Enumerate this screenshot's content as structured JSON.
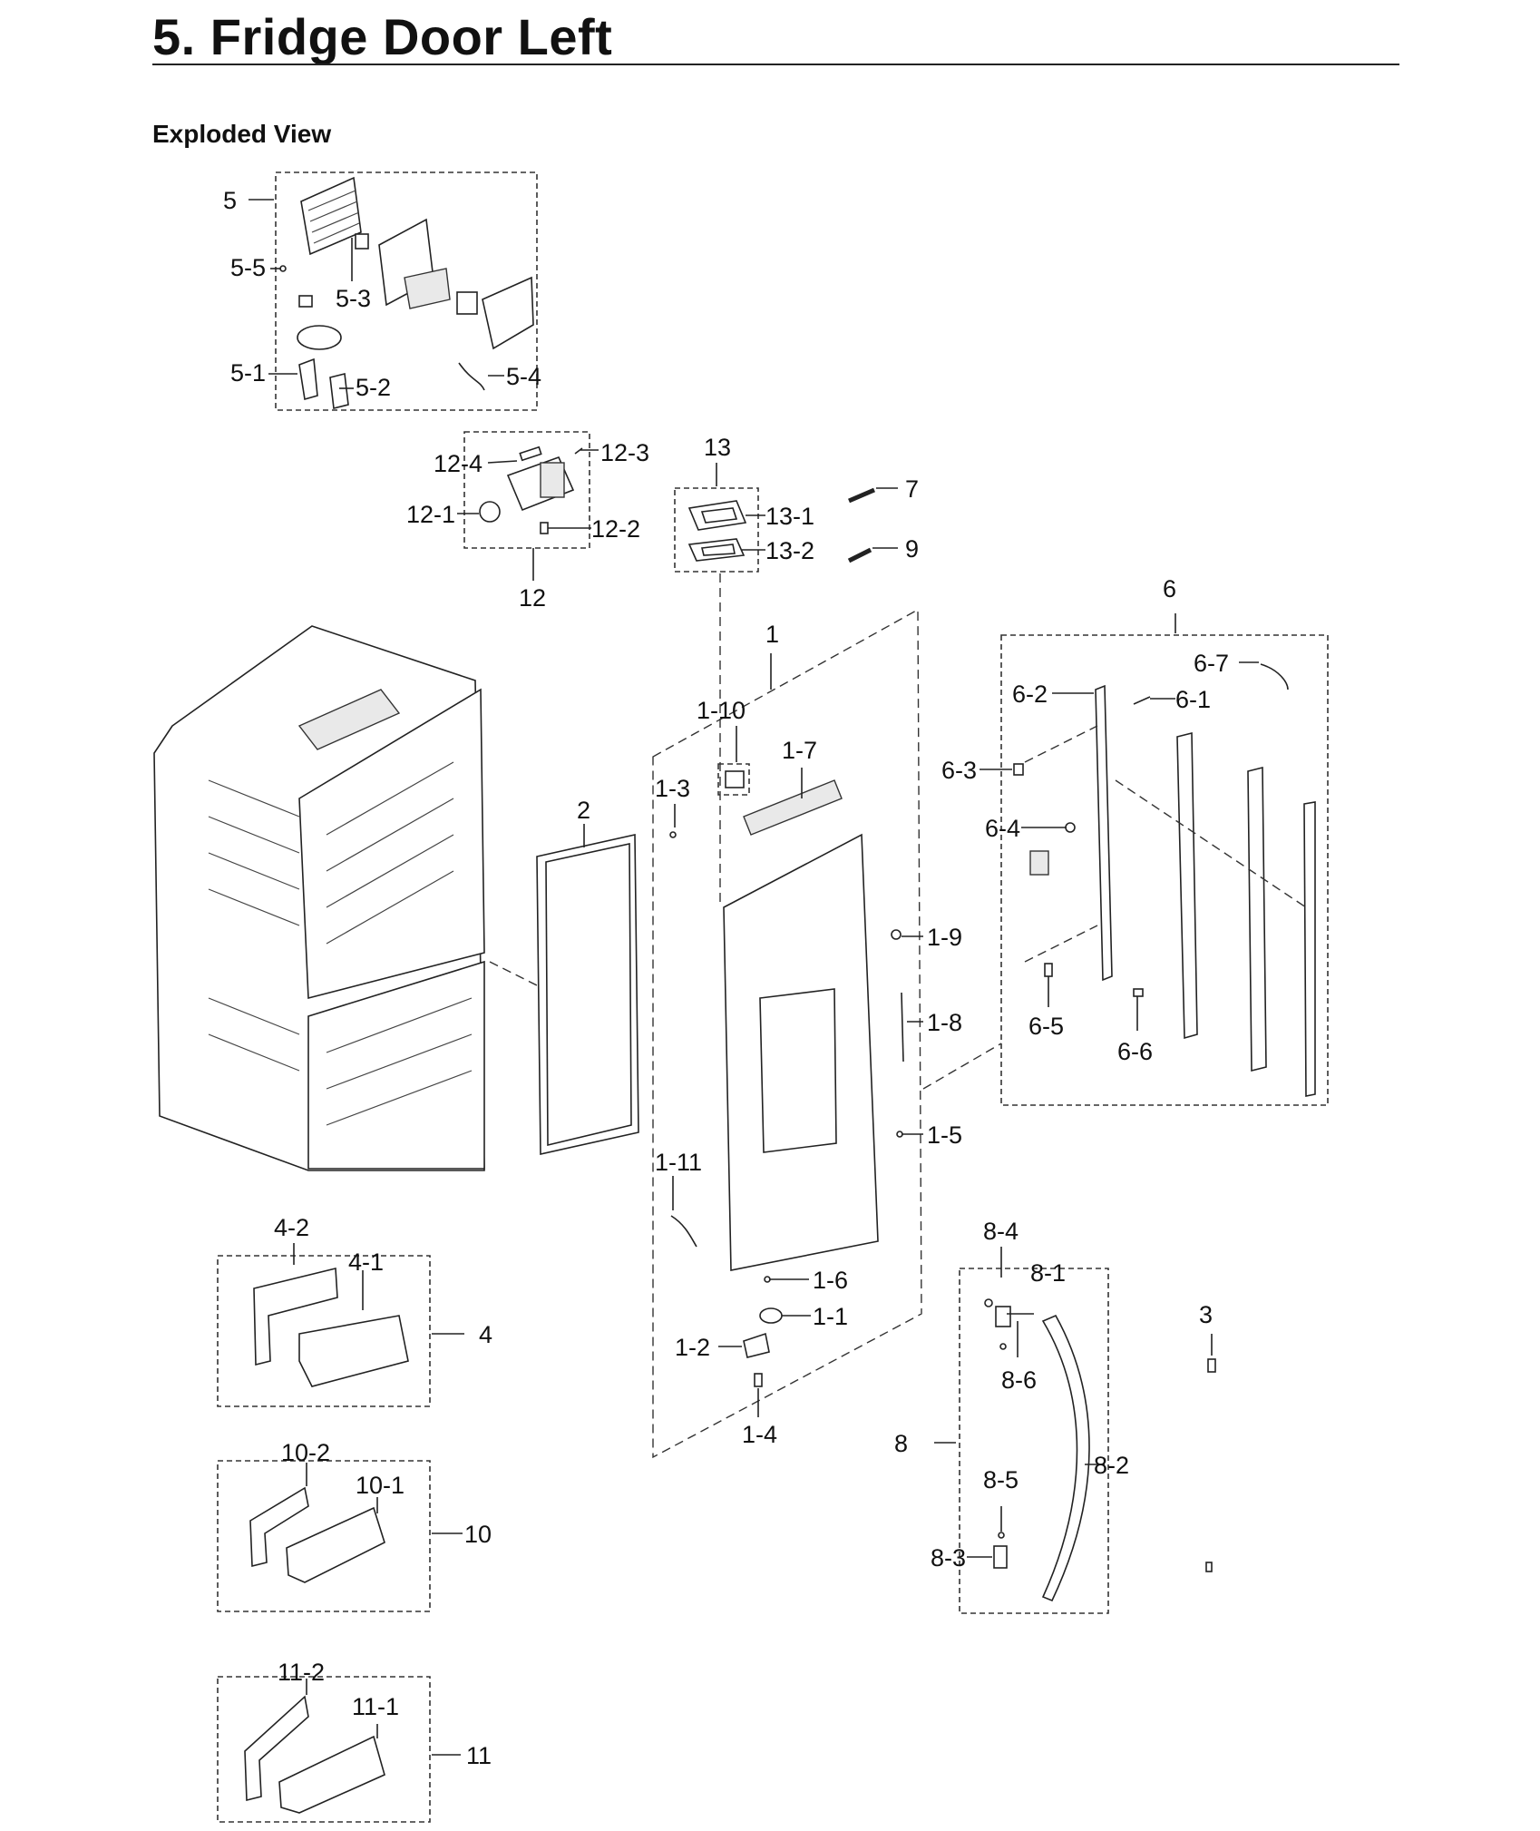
{
  "header": {
    "title": "5.  Fridge Door Left",
    "subtitle": "Exploded View"
  },
  "callouts": {
    "c1": "1",
    "c1_1": "1-1",
    "c1_2": "1-2",
    "c1_3": "1-3",
    "c1_4": "1-4",
    "c1_5": "1-5",
    "c1_6": "1-6",
    "c1_7": "1-7",
    "c1_8": "1-8",
    "c1_9": "1-9",
    "c1_10": "1-10",
    "c1_11": "1-11",
    "c2": "2",
    "c3": "3",
    "c4": "4",
    "c4_1": "4-1",
    "c4_2": "4-2",
    "c5": "5",
    "c5_1": "5-1",
    "c5_2": "5-2",
    "c5_3": "5-3",
    "c5_4": "5-4",
    "c5_5": "5-5",
    "c6": "6",
    "c6_1": "6-1",
    "c6_2": "6-2",
    "c6_3": "6-3",
    "c6_4": "6-4",
    "c6_5": "6-5",
    "c6_6": "6-6",
    "c6_7": "6-7",
    "c7": "7",
    "c8": "8",
    "c8_1": "8-1",
    "c8_2": "8-2",
    "c8_3": "8-3",
    "c8_4": "8-4",
    "c8_5": "8-5",
    "c8_6": "8-6",
    "c9": "9",
    "c10": "10",
    "c10_1": "10-1",
    "c10_2": "10-2",
    "c11": "11",
    "c11_1": "11-1",
    "c11_2": "11-2",
    "c12": "12",
    "c12_1": "12-1",
    "c12_2": "12-2",
    "c12_3": "12-3",
    "c12_4": "12-4",
    "c13": "13",
    "c13_1": "13-1",
    "c13_2": "13-2"
  }
}
